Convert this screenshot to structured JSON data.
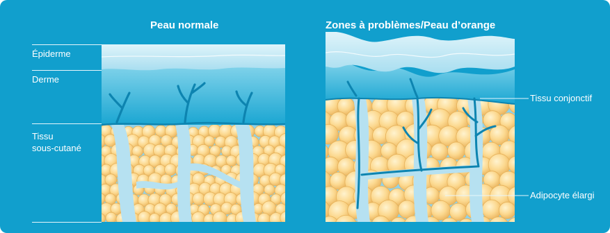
{
  "titles": {
    "normal": "Peau normale",
    "problem": "Zones à problèmes/Peau d’orange"
  },
  "layers": {
    "epidermis": "Épiderme",
    "dermis": "Derme",
    "hypodermis_line1": "Tissu",
    "hypodermis_line2": "sous-cutané"
  },
  "callouts": {
    "connective": "Tissu conjonctif",
    "adipocyte": "Adipocyte élargi"
  },
  "colors": {
    "background": "#119fcd",
    "epidermis": "#bfe7f3",
    "dermis": "#2fb3d8",
    "septa": "#b6e1f1",
    "vessel": "#0d84b0",
    "fat_cell": "#fbd98f",
    "fat_cell_edge": "#e9b45a"
  }
}
